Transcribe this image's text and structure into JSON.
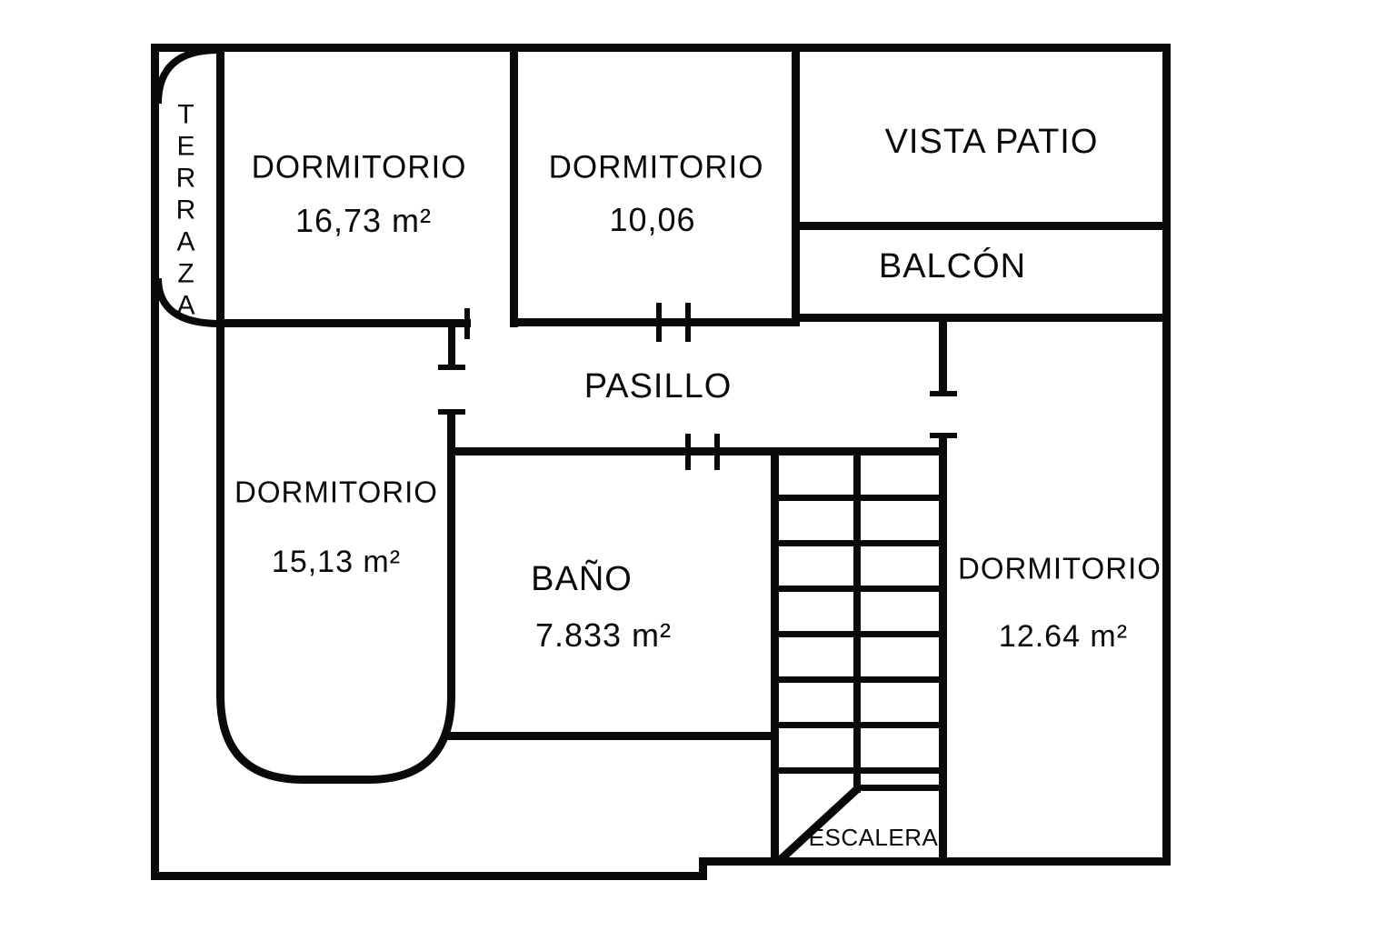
{
  "plan": {
    "type": "floor-plan",
    "language": "es"
  },
  "colors": {
    "wall": "#0a0a0a",
    "background": "#ffffff",
    "text": "#0a0a0a"
  },
  "rooms": {
    "terraza": {
      "label": "TERRAZA"
    },
    "dormitorio_1": {
      "label": "DORMITORIO",
      "area": "16,73 m²"
    },
    "dormitorio_2": {
      "label": "DORMITORIO",
      "area": "10,06"
    },
    "vista_patio": {
      "label": "VISTA PATIO"
    },
    "balcon": {
      "label": "BALCÓN"
    },
    "pasillo": {
      "label": "PASILLO"
    },
    "dormitorio_3": {
      "label": "DORMITORIO",
      "area": "15,13 m²"
    },
    "bano": {
      "label": "BAÑO",
      "area": "7.833 m²"
    },
    "dormitorio_4": {
      "label": "DORMITORIO",
      "area": "12.64 m²"
    },
    "escalera": {
      "label": "ESCALERA",
      "visible_step_lines": 8
    }
  }
}
